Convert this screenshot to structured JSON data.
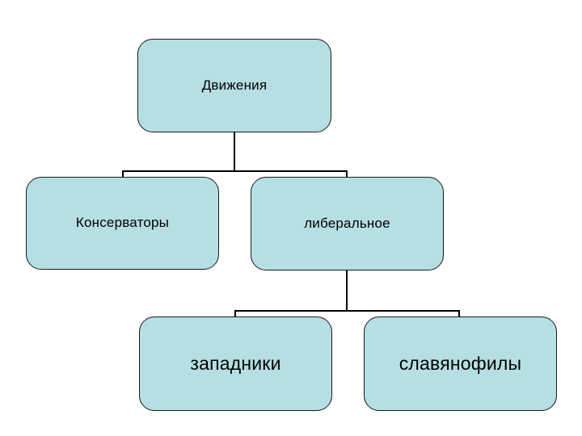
{
  "diagram": {
    "type": "hierarchy-tree",
    "title": "Движения",
    "background_color": "#ffffff",
    "node_fill_color": "#b5dfe3",
    "node_border_color": "#1a1a1a",
    "connector_color": "#000000",
    "nodes": [
      {
        "id": "root",
        "label": "Движения",
        "level": 0
      },
      {
        "id": "conservative",
        "label": "Консерваторы",
        "level": 1
      },
      {
        "id": "liberal",
        "label": "либеральное",
        "level": 1
      },
      {
        "id": "westernizers",
        "label": "западники",
        "level": 2
      },
      {
        "id": "slavophiles",
        "label": "славянофилы",
        "level": 2
      }
    ],
    "edges": [
      {
        "from": "root",
        "to": "conservative"
      },
      {
        "from": "root",
        "to": "liberal"
      },
      {
        "from": "liberal",
        "to": "westernizers"
      },
      {
        "from": "liberal",
        "to": "slavophiles"
      }
    ]
  }
}
